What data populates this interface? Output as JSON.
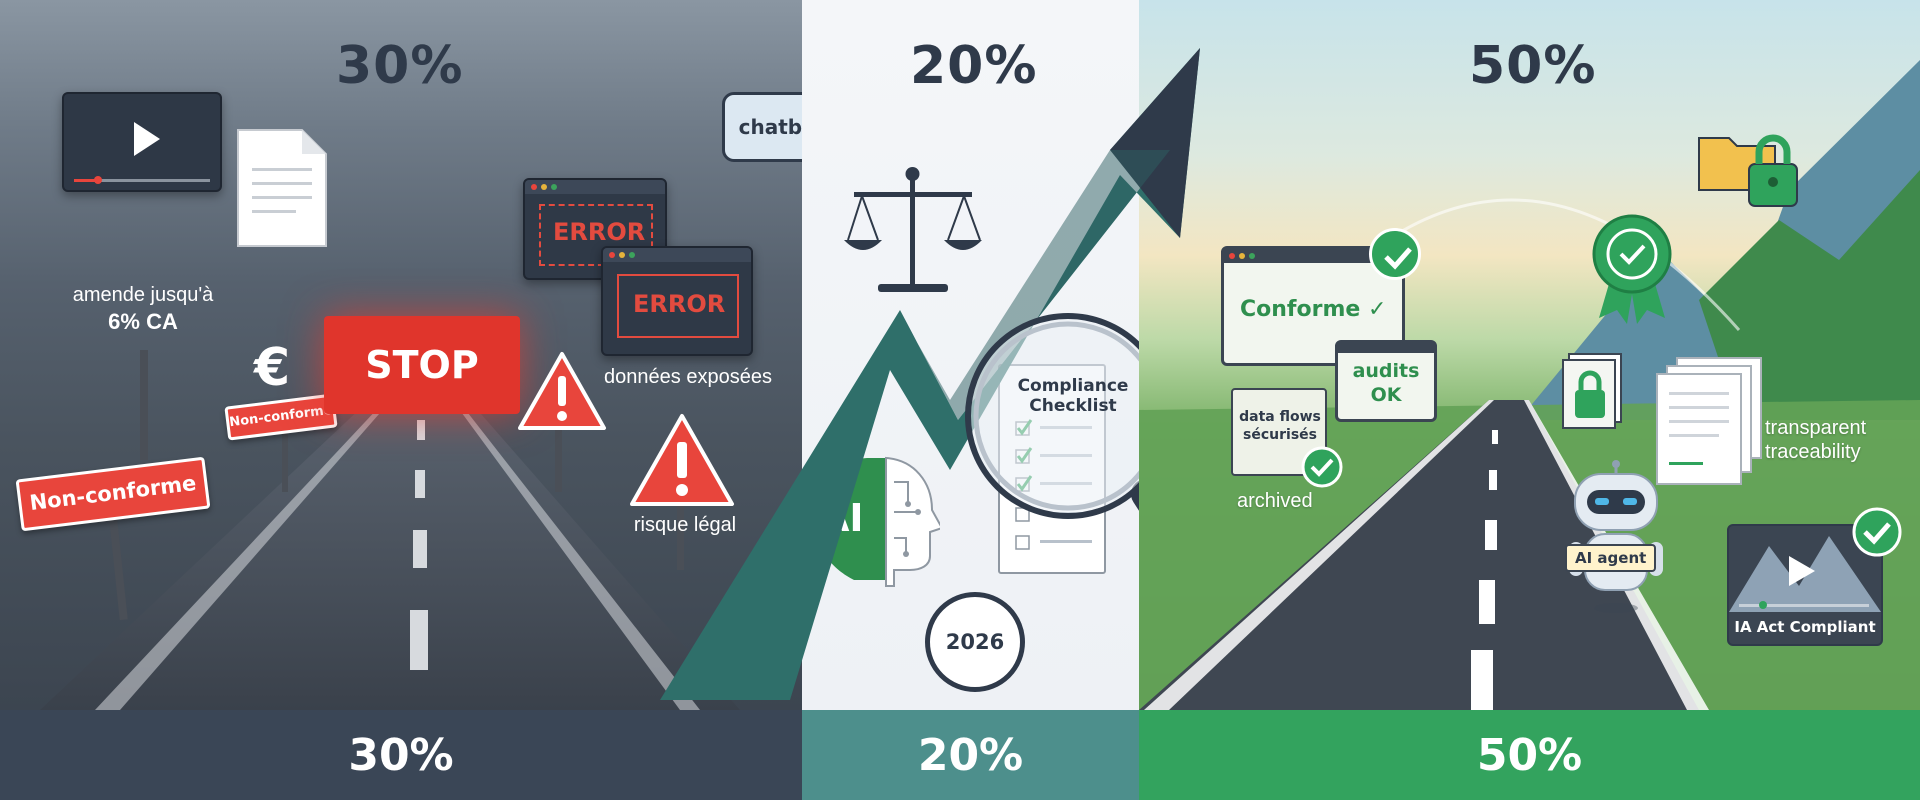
{
  "left": {
    "percent_top": "30%",
    "percent_bottom": "30%",
    "fine_line1": "amende jusqu'à",
    "fine_line2": "6% CA",
    "euro": "€",
    "stop": "STOP",
    "nonconforme_small": "Non-conforme",
    "nonconforme_large": "Non-conforme",
    "error1": "ERROR",
    "error2": "ERROR",
    "donnees": "données exposées",
    "risque": "risque légal",
    "chatbot": "chatbot"
  },
  "middle": {
    "percent_top": "20%",
    "percent_bottom": "20%",
    "checklist_title": "Compliance Checklist",
    "ai": "AI",
    "year": "2026"
  },
  "right": {
    "percent_top": "50%",
    "percent_bottom": "50%",
    "conforme": "Conforme ✓",
    "audits": "audits OK",
    "dataflows": "data flows sécurisés",
    "archived": "archived",
    "transparent": "transparent traceability",
    "ai_agent": "AI agent",
    "ia_act": "IA Act Compliant"
  },
  "colors": {
    "red": "#e8453c",
    "green": "#2fa35c",
    "teal": "#2f6f6a",
    "navy": "#2f3a4a"
  },
  "icons": [
    "video-icon",
    "document-icon",
    "warning-icon",
    "scale-icon",
    "magnifier-icon",
    "clock-icon",
    "robot-icon",
    "folder-lock-icon",
    "padlock-icon",
    "rosette-icon",
    "mountain-icon"
  ]
}
